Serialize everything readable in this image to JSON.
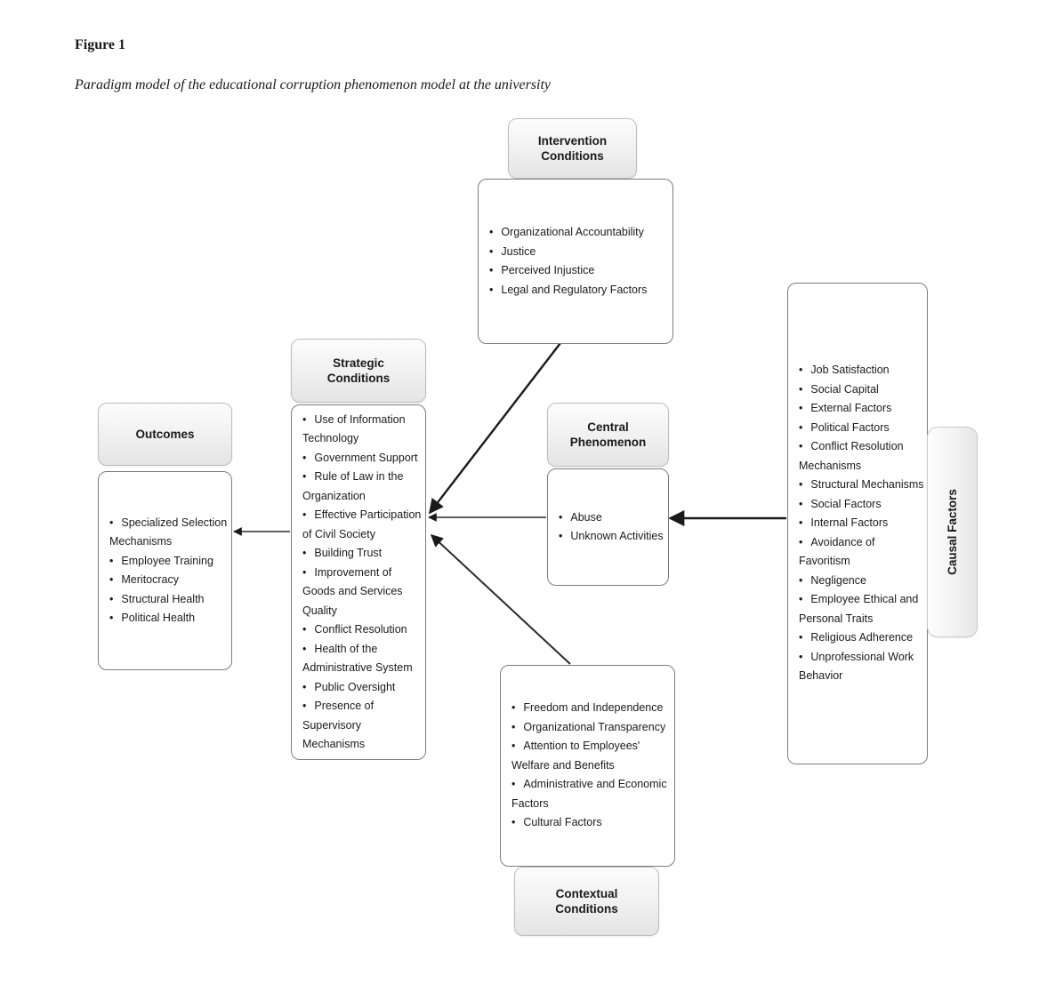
{
  "figure": {
    "label": "Figure 1",
    "caption": "Paradigm model of the educational corruption phenomenon model at the university"
  },
  "nodes": {
    "intervention": {
      "title": "Intervention Conditions",
      "items": [
        "Organizational Accountability",
        "Justice",
        "Perceived Injustice",
        "Legal and Regulatory Factors"
      ]
    },
    "strategic": {
      "title": "Strategic Conditions",
      "items": [
        "Use of Information Technology",
        "Government Support",
        "Rule of Law in the Organization",
        "Effective Participation of Civil Society",
        "Building Trust",
        "Improvement of Goods and Services Quality",
        "Conflict Resolution",
        "Health of the Administrative System",
        "Public Oversight",
        "Presence of Supervisory Mechanisms"
      ]
    },
    "central": {
      "title": "Central Phenomenon",
      "items": [
        "Abuse",
        "Unknown Activities"
      ]
    },
    "causal": {
      "title": "Causal Factors",
      "items": [
        "Job Satisfaction",
        "Social Capital",
        "External Factors",
        "Political Factors",
        "Conflict Resolution Mechanisms",
        "Structural Mechanisms",
        "Social Factors",
        "Internal Factors",
        "Avoidance of Favoritism",
        "Negligence",
        "Employee Ethical and Personal Traits",
        "Religious Adherence",
        "Unprofessional Work Behavior"
      ]
    },
    "outcomes": {
      "title": "Outcomes",
      "items": [
        "Specialized Selection Mechanisms",
        "Employee Training",
        "Meritocracy",
        "Structural Health",
        "Political Health"
      ]
    },
    "contextual": {
      "title": "Contextual Conditions",
      "items": [
        "Freedom and Independence",
        "Organizational Transparency",
        "Attention to Employees' Welfare and Benefits",
        "Administrative and Economic Factors",
        "Cultural Factors"
      ]
    }
  },
  "colors": {
    "text": "#1a1a1a",
    "list_box_border": "#7d7d7d",
    "header_box_border": "#bdbdbd",
    "header_gradient_top": "#fcfcfc",
    "header_gradient_bottom": "#e4e4e4",
    "arrow": "#1a1a1a",
    "background": "#ffffff"
  }
}
